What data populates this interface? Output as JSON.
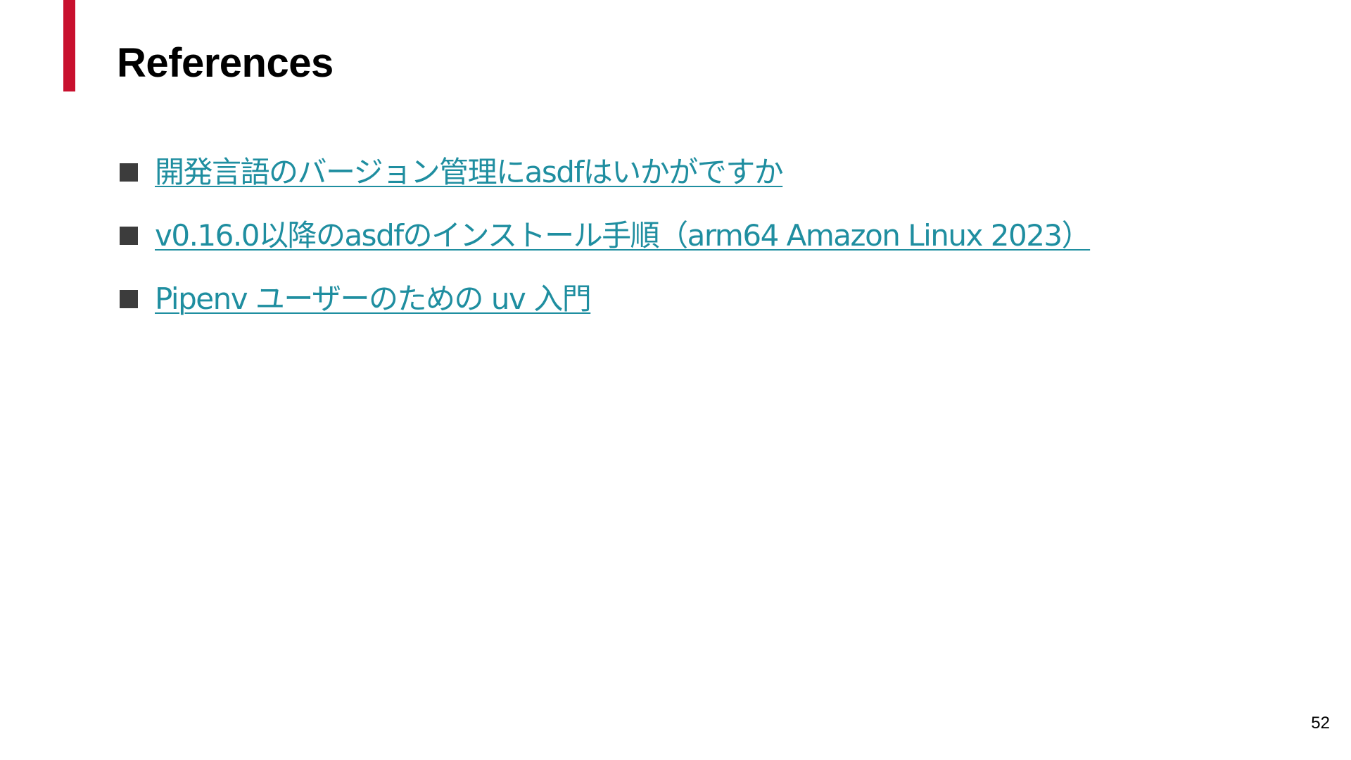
{
  "slide": {
    "title": "References",
    "page_number": "52",
    "colors": {
      "accent": "#c8102e",
      "link": "#1f8ea0",
      "bullet": "#3c3c3c",
      "text": "#000000"
    }
  },
  "references": [
    {
      "label": "開発言語のバージョン管理にasdfはいかがですか",
      "icon": "square-bullet-icon"
    },
    {
      "label": "v0.16.0以降のasdfのインストール手順（arm64 Amazon Linux 2023）",
      "icon": "square-bullet-icon"
    },
    {
      "label": "Pipenv ユーザーのための uv 入門",
      "icon": "square-bullet-icon"
    }
  ]
}
